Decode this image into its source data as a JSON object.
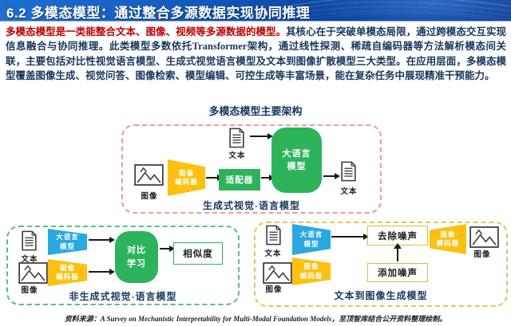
{
  "header": {
    "title": "6.2 多模态模型：通过整合多源数据实现协同推理"
  },
  "intro": {
    "highlight": "多模态模型是一类能整合文本、图像、视频等多源数据的模型。",
    "body": "其核心在于突破单模态局限，通过跨模态交互实现信息融合与协同推理。此类模型多数依托Transformer架构，通过线性探测、稀疏自编码器等方法解析模态间关联，主要包括对比性视觉语言模型、生成式视觉语言模型及文本到图像扩散模型三大类型。在应用层面，多模态模型覆盖图像生成、视觉问答、图像检索、模型编辑、可控生成等丰富场景，能在复杂任务中展现精准干预能力。"
  },
  "diagram_title": "多模态模型主要架构",
  "generative": {
    "caption": "生成式视觉-语言模型",
    "image_in_label": "图像",
    "encoder_lines": [
      "图像",
      "编码器"
    ],
    "adapter_label": "适配器",
    "llm_lines": [
      "大语言",
      "模型"
    ],
    "text_in_label": "文本",
    "text_out_label": "文本"
  },
  "contrastive": {
    "caption": "非生成式视觉-语言模型",
    "text_in_label": "文本",
    "image_in_label": "图像",
    "llm_lines": [
      "大语言",
      "模型"
    ],
    "encoder_lines": [
      "图像",
      "编码器"
    ],
    "learner_lines": [
      "对比",
      "学习"
    ],
    "similarity_label": "相似度"
  },
  "diffusion": {
    "caption": "文本到图像生成模型",
    "text_in_label": "文本",
    "image_in_label": "图像",
    "llm_lines": [
      "大语言",
      "模型"
    ],
    "encoder_lines": [
      "图像",
      "编码器"
    ],
    "denoise_label": "去除噪声",
    "add_noise_label": "添加噪声",
    "decoder_lines": [
      "图像",
      "解码器"
    ],
    "image_out_label": "图像"
  },
  "footer": {
    "text": "资料来源：A Survey on Mechanistic Interpretability for Multi-Modal Foundation Models，至顶智库结合公开资料整理绘制。"
  },
  "colors": {
    "title_bar_blue": "#1459BA",
    "accent_red": "#C00000",
    "body_navy": "#17375E",
    "solid_green": "#2DB45B",
    "encoder_yellow": "#FBC10D",
    "llm_sky_blue": "#29A9E1",
    "border_salmon": "#F09A93",
    "border_green": "#4DC487",
    "border_gold": "#E7C35A"
  }
}
